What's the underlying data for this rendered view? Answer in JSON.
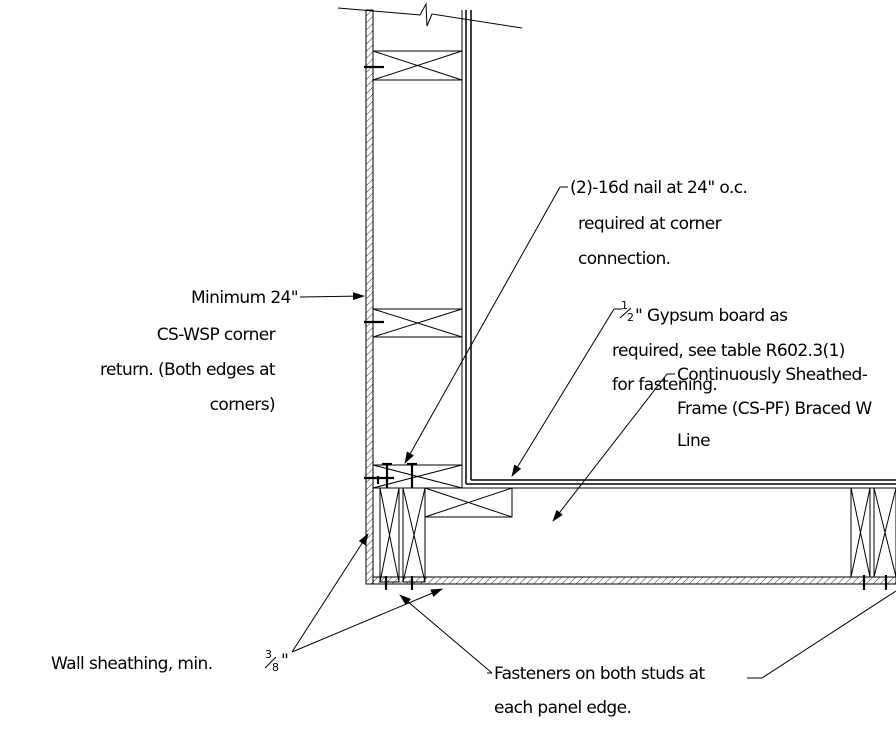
{
  "labels": {
    "nail_line1": "(2)-16d nail at 24\" o.c.",
    "nail_line2": "required at corner",
    "nail_line3": "connection.",
    "gypsum_line1": "\" Gypsum board as",
    "gypsum_line2": "required, see table R602.3(1)",
    "gypsum_line3": "for fastening.",
    "corner_line1": "Minimum 24\"",
    "corner_line2": "CS-WSP corner",
    "corner_line3": "return. (Both edges at",
    "corner_line4": "corners)",
    "cspf_line1": "Continuously Sheathed-",
    "cspf_line2": "Frame (CS-PF) Braced W",
    "cspf_line3": "Line",
    "sheathing": "Wall sheathing, min. ",
    "sheathing_unit": "\"",
    "fasteners_line1": "Fasteners on both studs at",
    "fasteners_line2": "each panel edge."
  },
  "fractions": {
    "half_num": "1",
    "half_den": "2",
    "three_eighths_num": "3",
    "three_eighths_den": "8"
  }
}
